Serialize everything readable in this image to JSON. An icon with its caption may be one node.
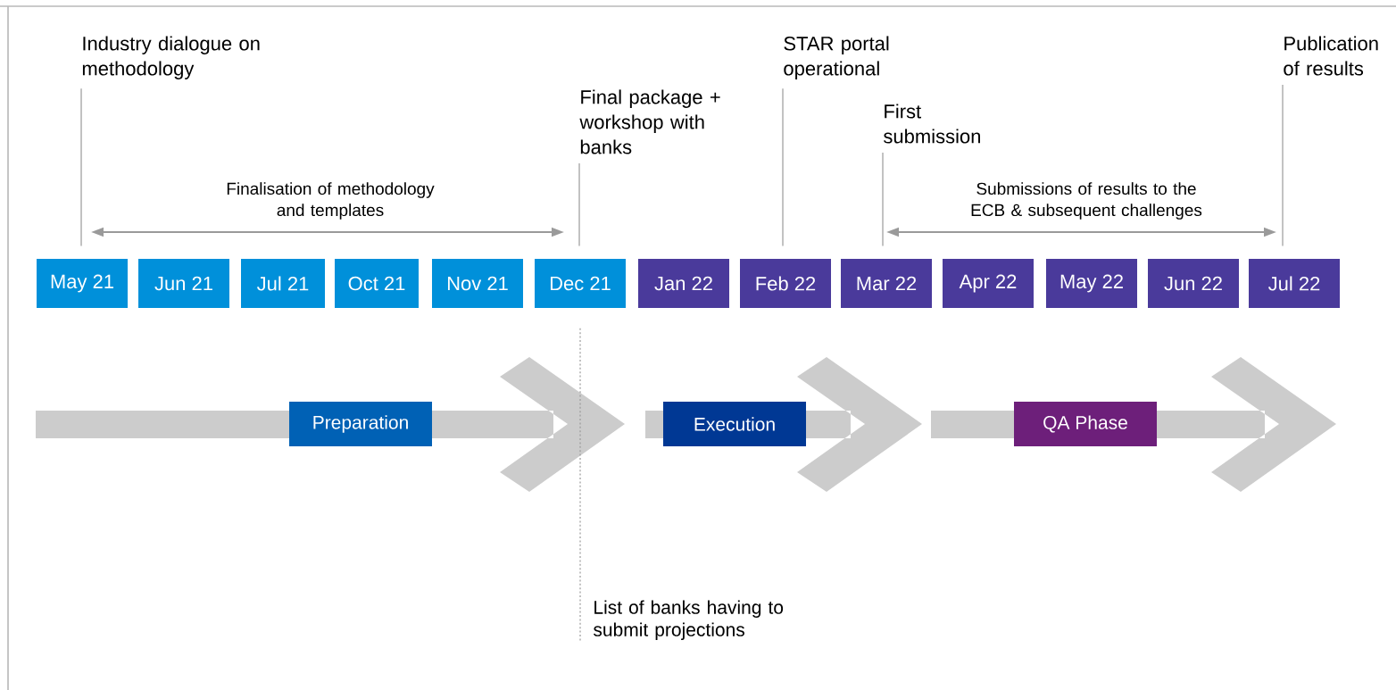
{
  "diagram": {
    "nodes": [
      {
        "text": [
          "Industry dialogue on methodology"
        ]
      },
      {
        "text": [
          "Final package + workshop with banks"
        ]
      },
      {
        "text": [
          "STAR portal operational"
        ]
      },
      {
        "text": [
          "First submission"
        ]
      },
      {
        "text": [
          "Publication of results"
        ]
      },
      {
        "text": [
          "May 21"
        ]
      },
      {
        "text": [
          "Jun 21"
        ]
      },
      {
        "text": [
          "Jul 21"
        ]
      },
      {
        "text": [
          "Oct 21"
        ]
      },
      {
        "text": [
          "Nov 21"
        ]
      },
      {
        "text": [
          "Dec 21"
        ]
      },
      {
        "text": [
          "Jan 22"
        ]
      },
      {
        "text": [
          "Feb 22"
        ]
      },
      {
        "text": [
          "Mar 22"
        ]
      },
      {
        "text": [
          "Apr 22"
        ]
      },
      {
        "text": [
          "May 22"
        ]
      },
      {
        "text": [
          "Jun 22"
        ]
      },
      {
        "text": [
          "Jul 22"
        ]
      },
      {
        "text": [
          "Preparation"
        ]
      },
      {
        "text": [
          "Execution"
        ]
      },
      {
        "text": [
          "QA Phase"
        ]
      },
      {
        "text": [
          "List of banks having to submit projections"
        ]
      }
    ],
    "edges": [
      {
        "from": 0,
        "to": 5,
        "arrow": "none"
      },
      {
        "from": 1,
        "to": 10,
        "arrow": "none"
      },
      {
        "from": 2,
        "to": 12,
        "arrow": "none"
      },
      {
        "from": 3,
        "to": 13,
        "arrow": "none"
      },
      {
        "from": 4,
        "to": 17,
        "arrow": "none"
      },
      {
        "from": 21,
        "to": 10,
        "arrow": "none",
        "style": "dashed"
      }
    ],
    "labels": [
      "Finalisation of methodology and templates",
      "Submissions of results to the ECB & subsequent challenges"
    ]
  }
}
